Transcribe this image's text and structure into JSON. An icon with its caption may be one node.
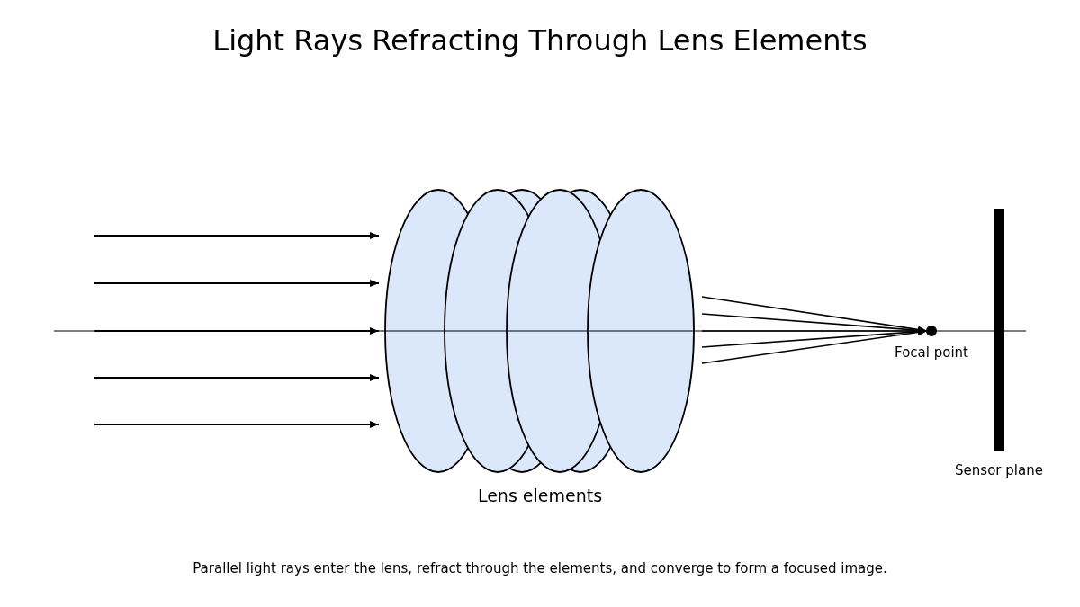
{
  "diagram": {
    "title": "Light Rays Refracting Through Lens Elements",
    "caption": "Parallel light rays enter the lens, refract through the elements, and converge to form a focused image.",
    "labels": [
      "Focal point",
      "Sensor plane",
      "Lens elements"
    ]
  }
}
